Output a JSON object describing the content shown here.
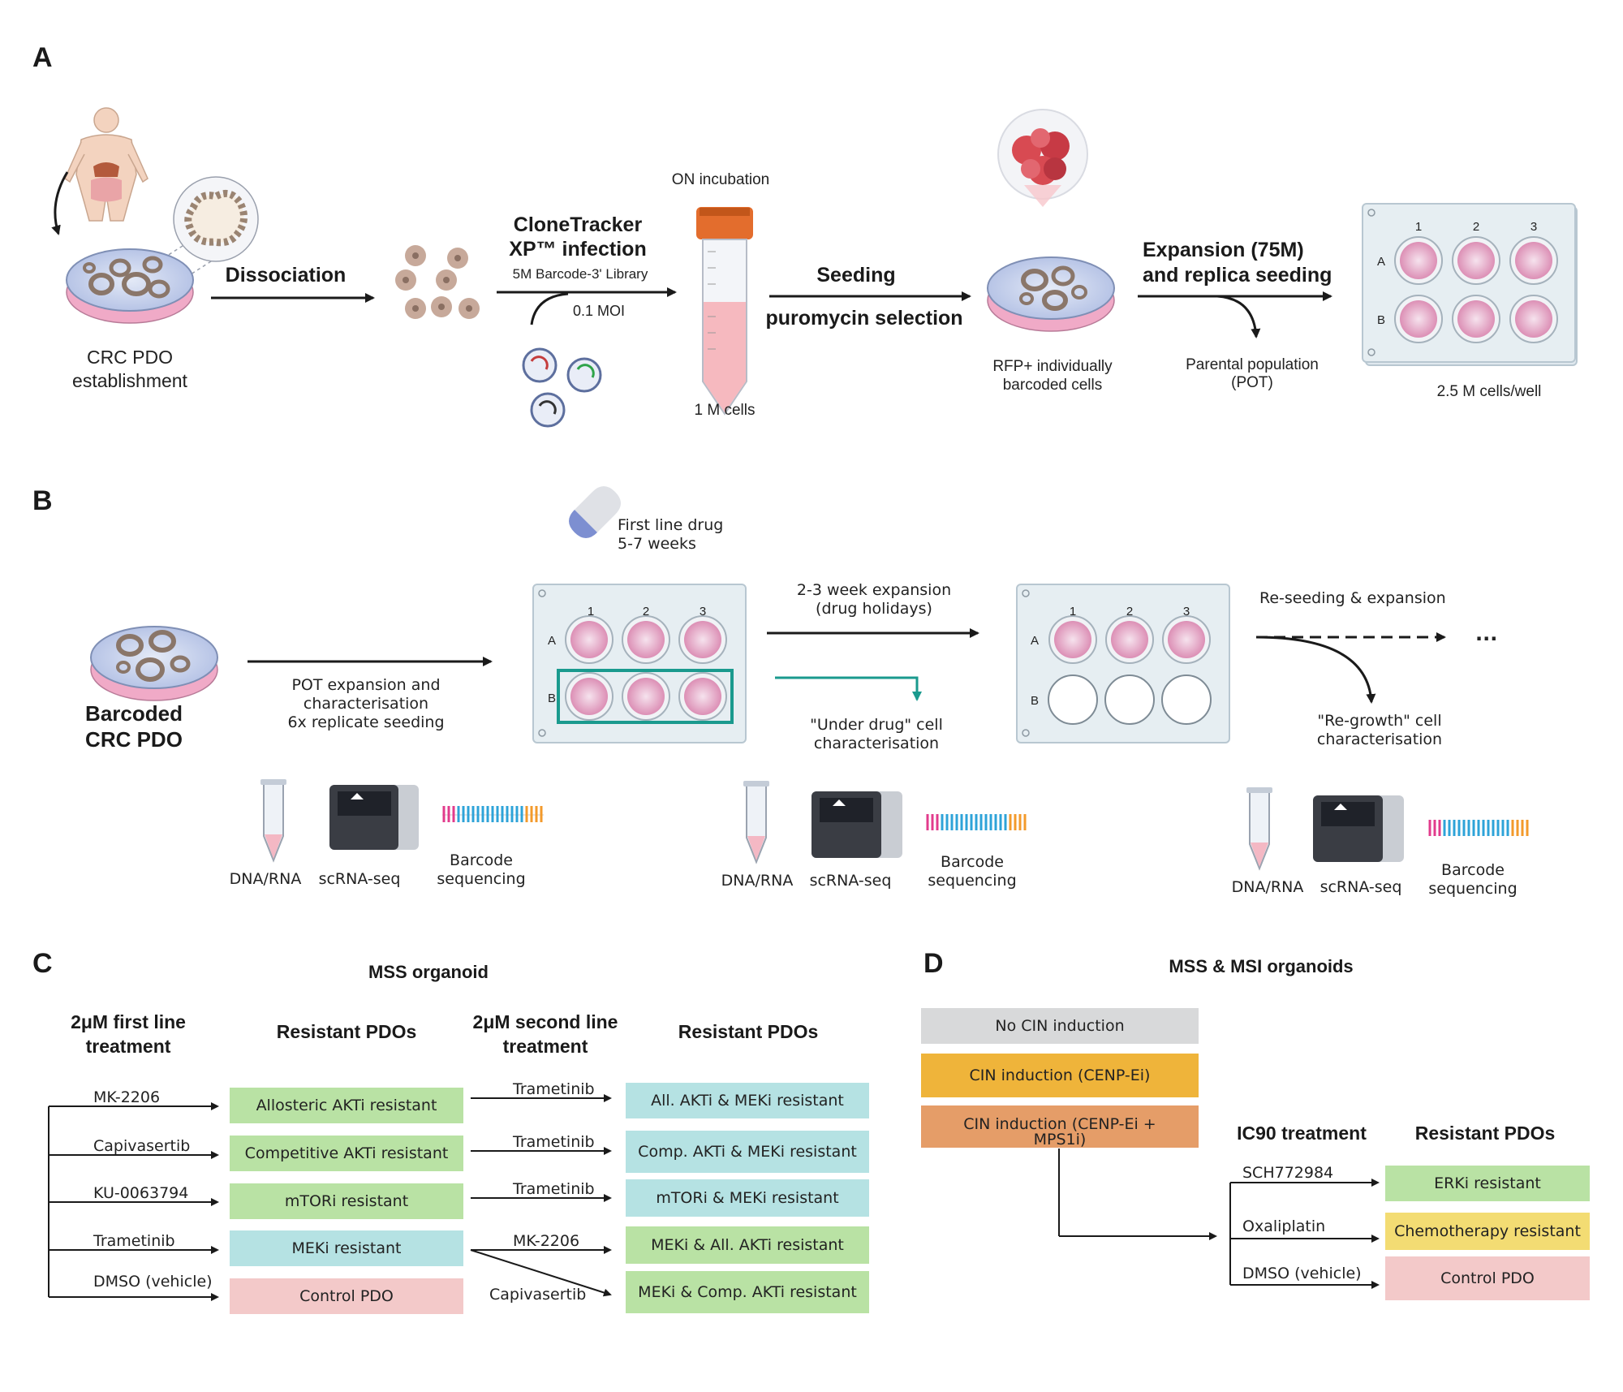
{
  "panels": {
    "a": "A",
    "b": "B",
    "c": "C",
    "d": "D"
  },
  "panel_a": {
    "pdo_establishment": "CRC PDO\nestablishment",
    "dissociation": "Dissociation",
    "clonetracker": "CloneTracker\nXP™ infection",
    "library": "5M Barcode-3' Library",
    "moi": "0.1 MOI",
    "on_incubation": "ON incubation",
    "one_m_cells": "1 M cells",
    "seeding": "Seeding",
    "puromycin": "puromycin selection",
    "rfp_cells": "RFP+ individually\nbarcoded cells",
    "expansion": "Expansion (75M)\nand replica seeding",
    "parental": "Parental population\n(POT)",
    "cells_per_well": "2.5 M cells/well",
    "plate_cols": [
      "1",
      "2",
      "3"
    ],
    "plate_rows": [
      "A",
      "B"
    ]
  },
  "panel_b": {
    "barcoded_pdo": "Barcoded\nCRC PDO",
    "first_line": "First line drug\n5-7 weeks",
    "pot_expansion": "POT expansion and\ncharacterisation\n6x replicate seeding",
    "expansion_holiday": "2-3 week expansion\n(drug holidays)",
    "under_drug": "\"Under drug\" cell\ncharacterisation",
    "reseeding": "Re-seeding & expansion",
    "ellipsis": "...",
    "regrowth": "\"Re-growth\" cell\ncharacterisation",
    "dna_rna": "DNA/RNA",
    "scrna": "scRNA-seq",
    "barcode_seq": "Barcode\nsequencing",
    "plate_cols": [
      "1",
      "2",
      "3"
    ],
    "plate_rows": [
      "A",
      "B"
    ]
  },
  "panel_c": {
    "title": "MSS organoid",
    "col1": "2μM first line\ntreatment",
    "col2": "Resistant PDOs",
    "col3": "2μM second line\ntreatment",
    "col4": "Resistant PDOs",
    "first_drugs": [
      "MK-2206",
      "Capivasertib",
      "KU-0063794",
      "Trametinib",
      "DMSO (vehicle)"
    ],
    "first_resistant": [
      "Allosteric AKTi resistant",
      "Competitive AKTi resistant",
      "mTORi resistant",
      "MEKi resistant",
      "Control PDO"
    ],
    "second_drugs": [
      "Trametinib",
      "Trametinib",
      "Trametinib",
      "MK-2206",
      "Capivasertib"
    ],
    "second_resistant": [
      "All. AKTi & MEKi resistant",
      "Comp. AKTi & MEKi resistant",
      "mTORi & MEKi resistant",
      "MEKi & All. AKTi resistant",
      "MEKi & Comp. AKTi resistant"
    ]
  },
  "panel_d": {
    "title": "MSS & MSI organoids",
    "no_cin": "No CIN induction",
    "cin1": "CIN induction (CENP-Ei)",
    "cin2": "CIN induction (CENP-Ei +\nMPS1i)",
    "ic90": "IC90 treatment",
    "resistant": "Resistant PDOs",
    "drugs": [
      "SCH772984",
      "Oxaliplatin",
      "DMSO (vehicle)"
    ],
    "outcomes": [
      "ERKi resistant",
      "Chemotherapy resistant",
      "Control PDO"
    ]
  },
  "colors": {
    "green_box": "#b9e2a4",
    "cyan_box": "#b5e2e3",
    "pink_box": "#f3c9c9",
    "grey_box": "#d8d9da",
    "orange_box": "#efb43a",
    "dark_orange_box": "#e59d68",
    "yellow_box": "#f3dc73",
    "teal_highlight": "#1a9a8e"
  }
}
